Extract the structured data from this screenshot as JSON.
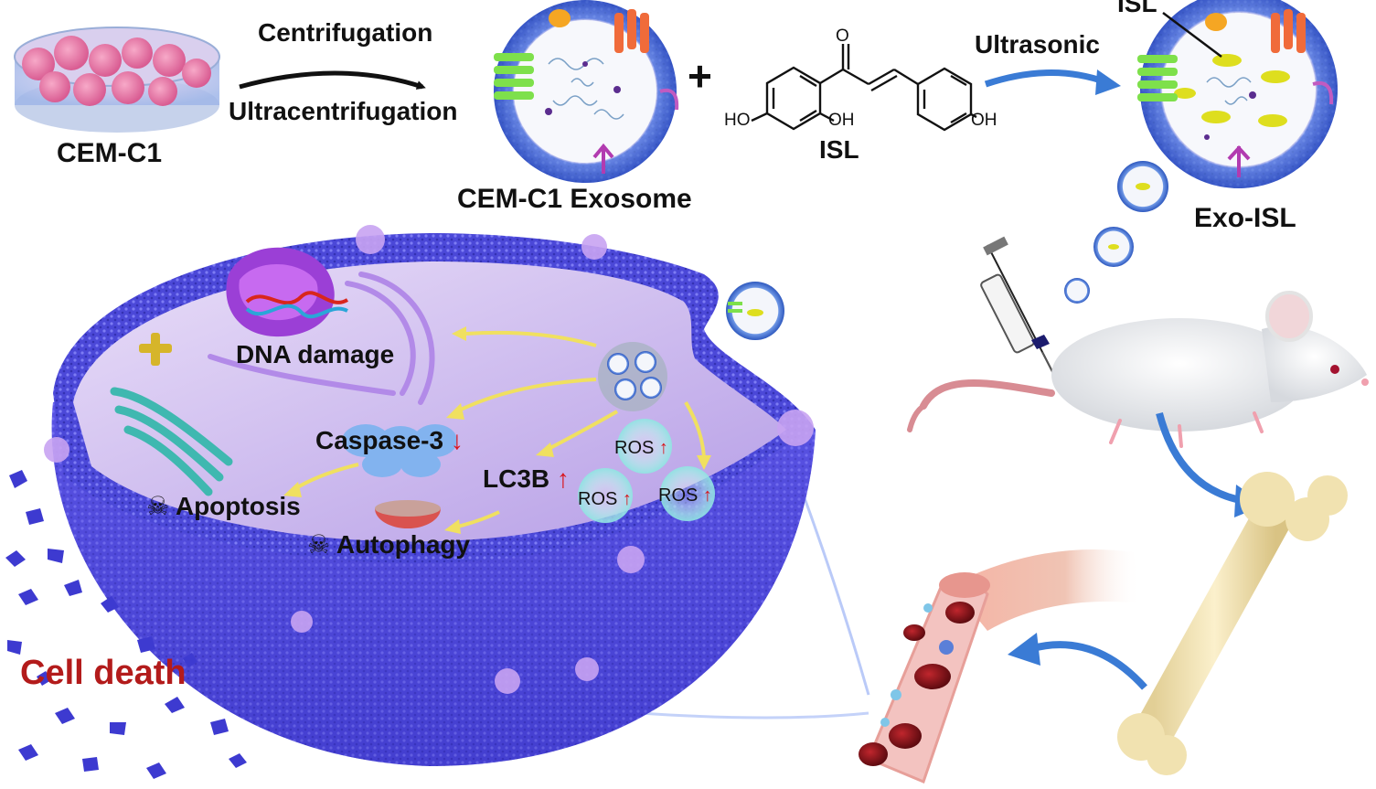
{
  "labels": {
    "cell_line": "CEM-C1",
    "step_centrifugation": "Centrifugation",
    "step_ultracentrifugation": "Ultracentrifugation",
    "exosome": "CEM-C1 Exosome",
    "plus_sign": "+",
    "drug": "ISL",
    "hydroxyl_left": "HO",
    "hydroxyl_mid": "OH",
    "hydroxyl_right": "OH",
    "carbonyl_o": "O",
    "step_ultrasonic": "Ultrasonic",
    "isl_pointer": "ISL",
    "exo_isl": "Exo-ISL",
    "dna_damage": "DNA damage",
    "caspase": "Caspase-3",
    "lc3b": "LC3B",
    "ros": "ROS",
    "apoptosis": "Apoptosis",
    "autophagy": "Autophagy",
    "cell_death": "Cell death",
    "up_arrow": "↑",
    "down_arrow": "↓",
    "skull": "☠"
  },
  "colors": {
    "exosome_membrane": "#4a78d6",
    "cell_membrane": "#5a4fe0",
    "cytoplasm": "#c9b8ee",
    "process_arrow": "#3a7bd5",
    "pathway_arrow": "#f0e060",
    "cell_death_text": "#b31b1b",
    "regulation_arrow": "#d9141b"
  }
}
